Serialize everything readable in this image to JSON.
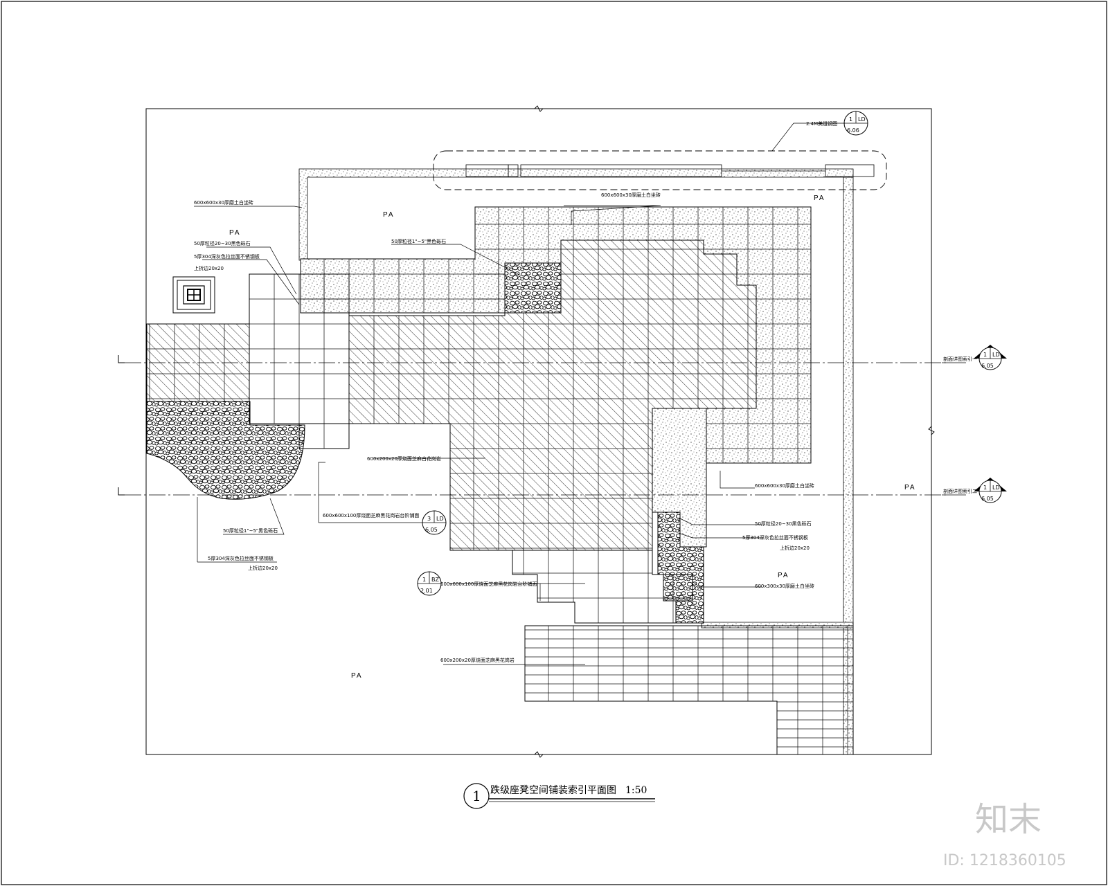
{
  "drawing": {
    "title_number": "1",
    "title": "跌级座凳空间铺装索引平面图",
    "scale": "1:50",
    "pa_labels": [
      "PA",
      "PA",
      "PA",
      "PA",
      "PA",
      "PA"
    ],
    "callouts": {
      "bench_top": "2.4M美缝钢图",
      "granite_top_left": "600x600x30厚磨土白坐砖",
      "granite_top_mid": "600x600x30厚磨土白坐砖",
      "pebble_top": "50厚粒径1\"~5\"黑色砾石",
      "pebble_left_a": "50厚粒径20~30黑色砾石",
      "steel_left_a": "5厚304深灰色拉丝面不锈钢板",
      "steel_left_a_note": "上折边20x20",
      "paver_center": "600x200x20厚烧面芝麻白花岗岩",
      "paver_center_b": "600x600x100厚烧面芝麻黑花岗岩台阶铺面",
      "pebble_bottom_left": "50厚粒径1\"~5\"黑色砾石",
      "steel_bottom_left": "5厚304深灰色拉丝面不锈钢板",
      "steel_bottom_left_note": "上折边20x20",
      "granite_right": "600x600x30厚磨土白坐砖",
      "pebble_right": "50厚粒径20~30黑色砾石",
      "steel_right": "5厚304深灰色拉丝面不锈钢板",
      "steel_right_note": "上折边20x20",
      "granite_right_b": "600x300x30厚磨土白坐砖",
      "step_paver": "600x600x100厚烧面芝麻黑花岗岩台阶铺面",
      "bottom_paver": "600x200x20厚烧面芝麻黑花岗岩"
    },
    "section_a": "剖面详图索引一",
    "section_b": "剖面详图索引二",
    "markers": {
      "m1": {
        "num": "1",
        "sheet": "LD",
        "page": "6.06"
      },
      "m2": {
        "num": "1",
        "sheet": "LD",
        "page": "6.05"
      },
      "m3": {
        "num": "1",
        "sheet": "LD",
        "page": "6.05"
      },
      "m4": {
        "num": "3",
        "sheet": "LD",
        "page": "6.05"
      },
      "m5": {
        "num": "1",
        "sheet": "BZ",
        "page": "2.01"
      }
    }
  },
  "watermark": {
    "brand": "知末",
    "id": "ID: 1218360105"
  }
}
